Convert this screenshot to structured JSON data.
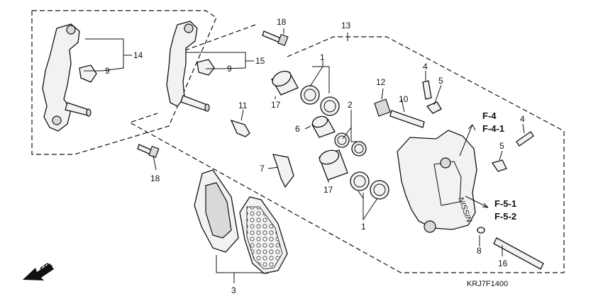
{
  "diagram_code": "KRJ7F1400",
  "direction_label": "FR.",
  "callouts": {
    "n1a": "1",
    "n1b": "1",
    "n2": "2",
    "n3": "3",
    "n4a": "4",
    "n4b": "4",
    "n5a": "5",
    "n5b": "5",
    "n6": "6",
    "n7": "7",
    "n8": "8",
    "n9a": "9",
    "n9b": "9",
    "n10": "10",
    "n11": "11",
    "n12": "12",
    "n13": "13",
    "n14": "14",
    "n15": "15",
    "n16": "16",
    "n17a": "17",
    "n17b": "17",
    "n18a": "18",
    "n18b": "18"
  },
  "references": {
    "f4": "F-4",
    "f41": "F-4-1",
    "f51": "F-5-1",
    "f52": "F-5-2"
  }
}
